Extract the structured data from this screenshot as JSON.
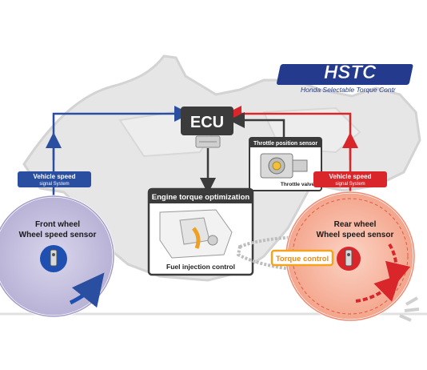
{
  "logo": {
    "wordmark": "HSTC",
    "subtitle": "Honda Selectable Torque Contr"
  },
  "ecu": {
    "label": "ECU"
  },
  "throttle_box": {
    "title": "Throttle position sensor",
    "caption": "Throttle valve"
  },
  "engine_box": {
    "title": "Engine torque optimization",
    "caption": "Fuel injection control"
  },
  "front_tag": {
    "line1": "Vehicle speed",
    "line2": "signal System"
  },
  "rear_tag": {
    "line1": "Vehicle speed",
    "line2": "signal System"
  },
  "front_wheel": {
    "line1": "Front wheel",
    "line2": "Wheel speed sensor"
  },
  "rear_wheel": {
    "line1": "Rear wheel",
    "line2": "Wheel speed sensor"
  },
  "torque_control": {
    "label": "Torque control"
  },
  "colors": {
    "front_line": "#2a4fa0",
    "rear_line": "#d8262b",
    "ecu_box": "#3b3b3b",
    "torque_tag": "#f5a21c",
    "front_disc": "#c6c1de",
    "rear_disc": "#f6b9a4",
    "silhouette": "#e3e3e3"
  }
}
